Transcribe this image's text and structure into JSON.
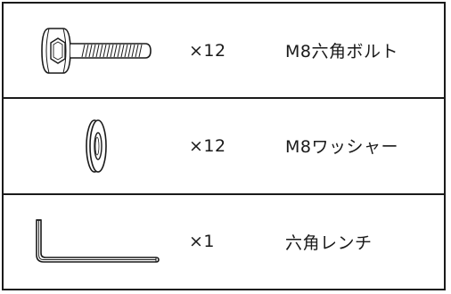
{
  "parts": [
    {
      "quantity": "×12",
      "name": "M8六角ボルト",
      "illustration": "hex-bolt-icon"
    },
    {
      "quantity": "×12",
      "name": "M8ワッシャー",
      "illustration": "washer-icon"
    },
    {
      "quantity": "×1",
      "name": "六角レンチ",
      "illustration": "hex-wrench-icon"
    }
  ]
}
